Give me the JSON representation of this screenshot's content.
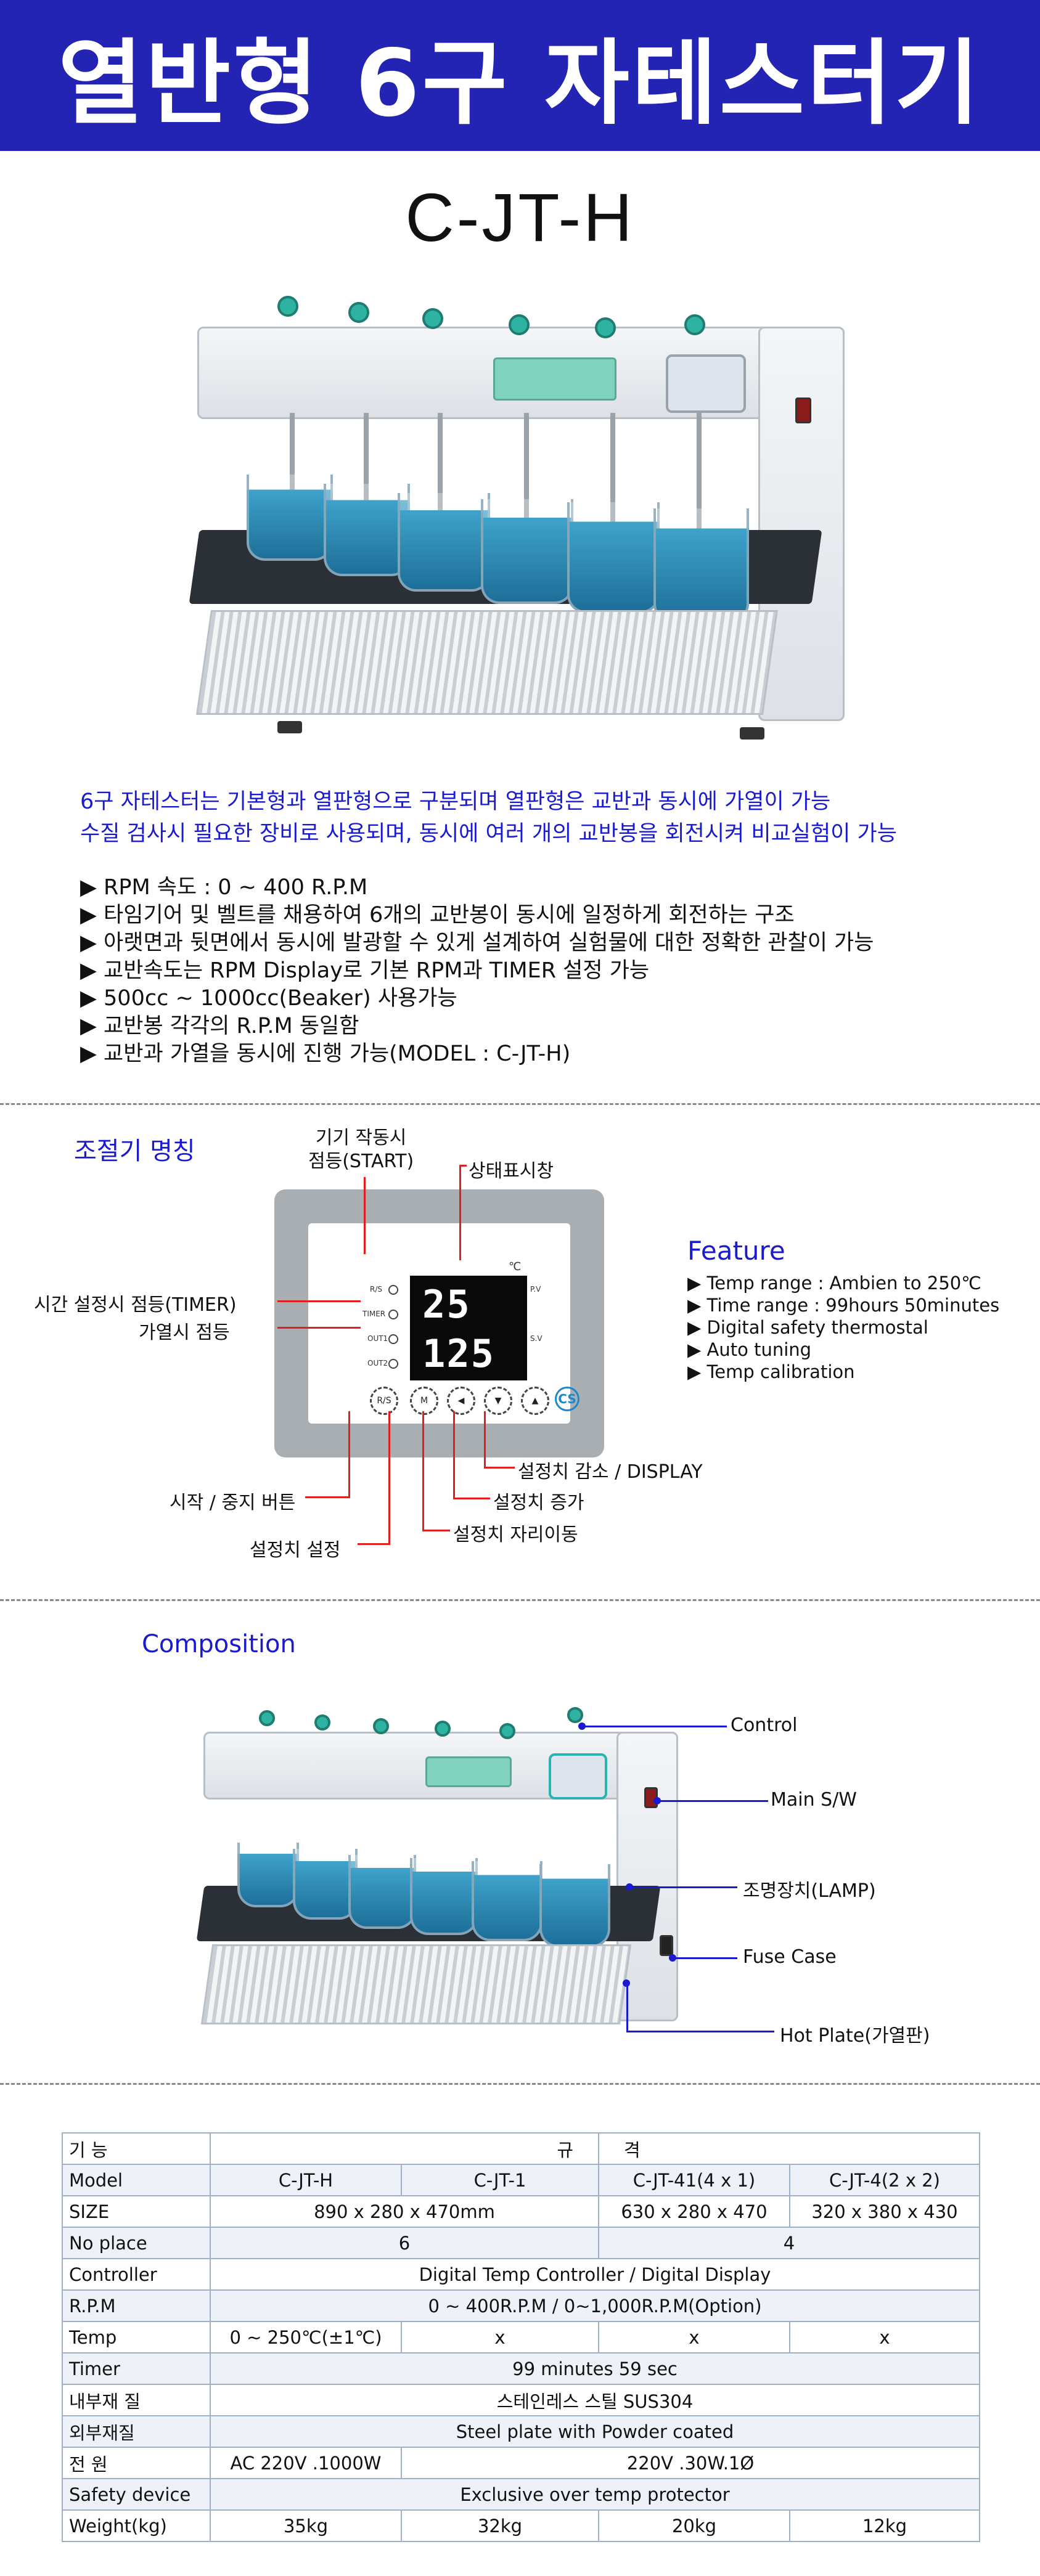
{
  "header": {
    "title": "열반형 6구 자테스터기",
    "model": "C-JT-H"
  },
  "intro": [
    "6구 자테스터는 기본형과 열판형으로 구분되며 열판형은 교반과 동시에 가열이 가능",
    "수질 검사시 필요한 장비로 사용되며, 동시에 여러 개의 교반봉을 회전시켜 비교실험이 가능"
  ],
  "bullets": [
    "▶ RPM 속도 : 0 ~ 400 R.P.M",
    "▶ 타임기어 및 벨트를 채용하여 6개의 교반봉이 동시에 일정하게 회전하는 구조",
    "▶ 아랫면과 뒷면에서 동시에 발광할 수 있게 설계하여 실험물에 대한 정확한 관찰이 가능",
    "▶ 교반속도는 RPM Display로 기본 RPM과 TIMER 설정 가능",
    "▶ 500cc ~ 1000cc(Beaker) 사용가능",
    "▶ 교반봉 각각의 R.P.M 동일함",
    "▶ 교반과 가열을 동시에 진행 가능(MODEL : C-JT-H)"
  ],
  "controller": {
    "title": "조절기 명칭",
    "display_top": "25",
    "display_bottom": "125",
    "unit_c": "℃",
    "pv": "P.V",
    "sv": "S.V",
    "leds": [
      "R/S",
      "TIMER",
      "OUT1",
      "OUT2"
    ],
    "buttons": [
      "R/S",
      "M",
      "◀",
      "▼",
      "▲"
    ],
    "logo": "CS",
    "labels": {
      "start": [
        "기기 작동시",
        "점등(START)"
      ],
      "status": "상태표시창",
      "timer": "시간 설정시 점등(TIMER)",
      "heat": "가열시 점등",
      "start_stop": "시작 / 중지 버튼",
      "setting": "설정치 설정",
      "shift": "설정치 자리이동",
      "increase": "설정치 증가",
      "decrease": "설정치 감소 / DISPLAY"
    }
  },
  "feature": {
    "title": "Feature",
    "items": [
      "▶ Temp range : Ambien to 250℃",
      "▶ Time range : 99hours 50minutes",
      "▶ Digital safety thermostal",
      "▶ Auto tuning",
      "▶ Temp calibration"
    ]
  },
  "composition": {
    "title": "Composition",
    "labels": {
      "control": "Control",
      "main_sw": "Main S/W",
      "lamp": "조명장치(LAMP)",
      "fuse": "Fuse Case",
      "hot_plate": "Hot Plate(가열판)"
    }
  },
  "spec_table": {
    "head": [
      "기 능",
      "규",
      "격"
    ],
    "rows": [
      [
        "Model",
        "C-JT-H",
        "C-JT-1",
        "C-JT-41(4 x 1)",
        "C-JT-4(2 x 2)"
      ],
      [
        "SIZE",
        "890 x 280 x 470mm",
        "630 x 280 x 470",
        "320 x 380 x 430"
      ],
      [
        "No place",
        "6",
        "4"
      ],
      [
        "Controller",
        "Digital Temp Controller / Digital Display"
      ],
      [
        "R.P.M",
        "0 ~ 400R.P.M / 0~1,000R.P.M(Option)"
      ],
      [
        "Temp",
        "0 ~ 250℃(±1℃)",
        "x",
        "x",
        "x"
      ],
      [
        "Timer",
        "99 minutes 59 sec"
      ],
      [
        "내부재 질",
        "스테인레스 스틸 SUS304"
      ],
      [
        "외부재질",
        "Steel plate with Powder coated"
      ],
      [
        "전 원",
        "AC 220V .1000W",
        "220V .30W.1Ø"
      ],
      [
        "Safety device",
        "Exclusive over temp protector"
      ],
      [
        "Weight(kg)",
        "35kg",
        "32kg",
        "20kg",
        "12kg"
      ]
    ]
  }
}
